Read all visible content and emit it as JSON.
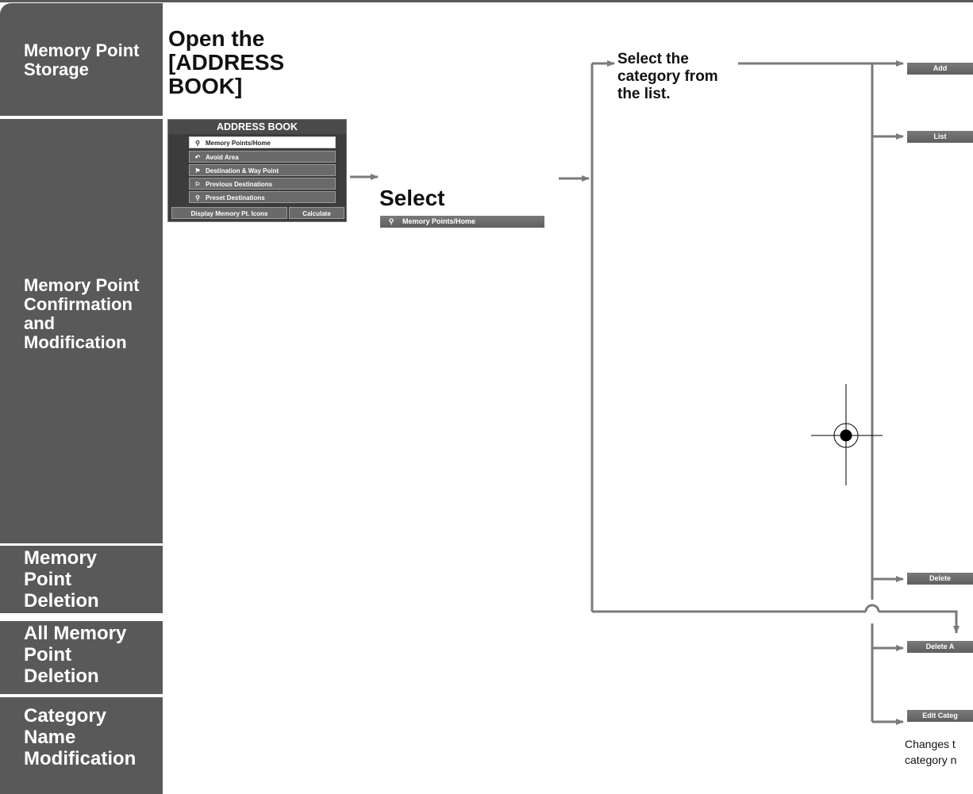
{
  "sidebar": {
    "storage": "Memory Point\nStorage",
    "confirmation": "Memory Point\nConfirmation\nand\nModification",
    "deletion": "Memory\nPoint\nDeletion",
    "all_deletion": "All Memory\nPoint\nDeletion",
    "category": "Category\nName\nModification"
  },
  "step1": {
    "heading": "Open the\n[ADDRESS\nBOOK]"
  },
  "address_book": {
    "title": "ADDRESS BOOK",
    "items": [
      {
        "label": "Memory Points/Home",
        "icon": "memory-point-icon"
      },
      {
        "label": "Avoid Area",
        "icon": "avoid-area-icon"
      },
      {
        "label": "Destination & Way Point",
        "icon": "destination-icon"
      },
      {
        "label": "Previous Destinations",
        "icon": "previous-destinations-icon"
      },
      {
        "label": "Preset Destinations",
        "icon": "preset-destinations-icon"
      }
    ],
    "display_button": "Display Memory Pt. Icons",
    "calculate_button": "Calculate"
  },
  "step2": {
    "heading": "Select",
    "button": "Memory Points/Home"
  },
  "step3": {
    "text": "Select the\ncategory from\nthe list."
  },
  "buttons": {
    "add": "Add",
    "list": "List",
    "delete": "Delete",
    "delete_all": "Delete A",
    "edit_category": "Edit Categ"
  },
  "note": "Changes t\ncategory n"
}
